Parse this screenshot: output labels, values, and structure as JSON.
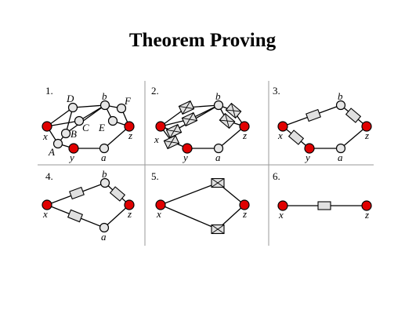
{
  "title": "Theorem Proving",
  "colors": {
    "terminal_node": "#e00000",
    "inner_node": "#e6e6e6",
    "box": "#e0e0e0"
  },
  "panels": [
    {
      "number": "1.",
      "labels": {
        "D": "D",
        "b": "b",
        "F": "F",
        "C": "C",
        "E": "E",
        "B": "B",
        "x": "x",
        "z": "z",
        "A": "A",
        "y": "y",
        "a": "a"
      }
    },
    {
      "number": "2.",
      "labels": {
        "b": "b",
        "x": "x",
        "z": "z",
        "y": "y",
        "a": "a"
      }
    },
    {
      "number": "3.",
      "labels": {
        "b": "b",
        "x": "x",
        "z": "z",
        "y": "y",
        "a": "a"
      }
    },
    {
      "number": "4.",
      "labels": {
        "b": "b",
        "x": "x",
        "z": "z",
        "a": "a"
      }
    },
    {
      "number": "5.",
      "labels": {
        "x": "x",
        "z": "z"
      }
    },
    {
      "number": "6.",
      "labels": {
        "x": "x",
        "z": "z"
      }
    }
  ]
}
